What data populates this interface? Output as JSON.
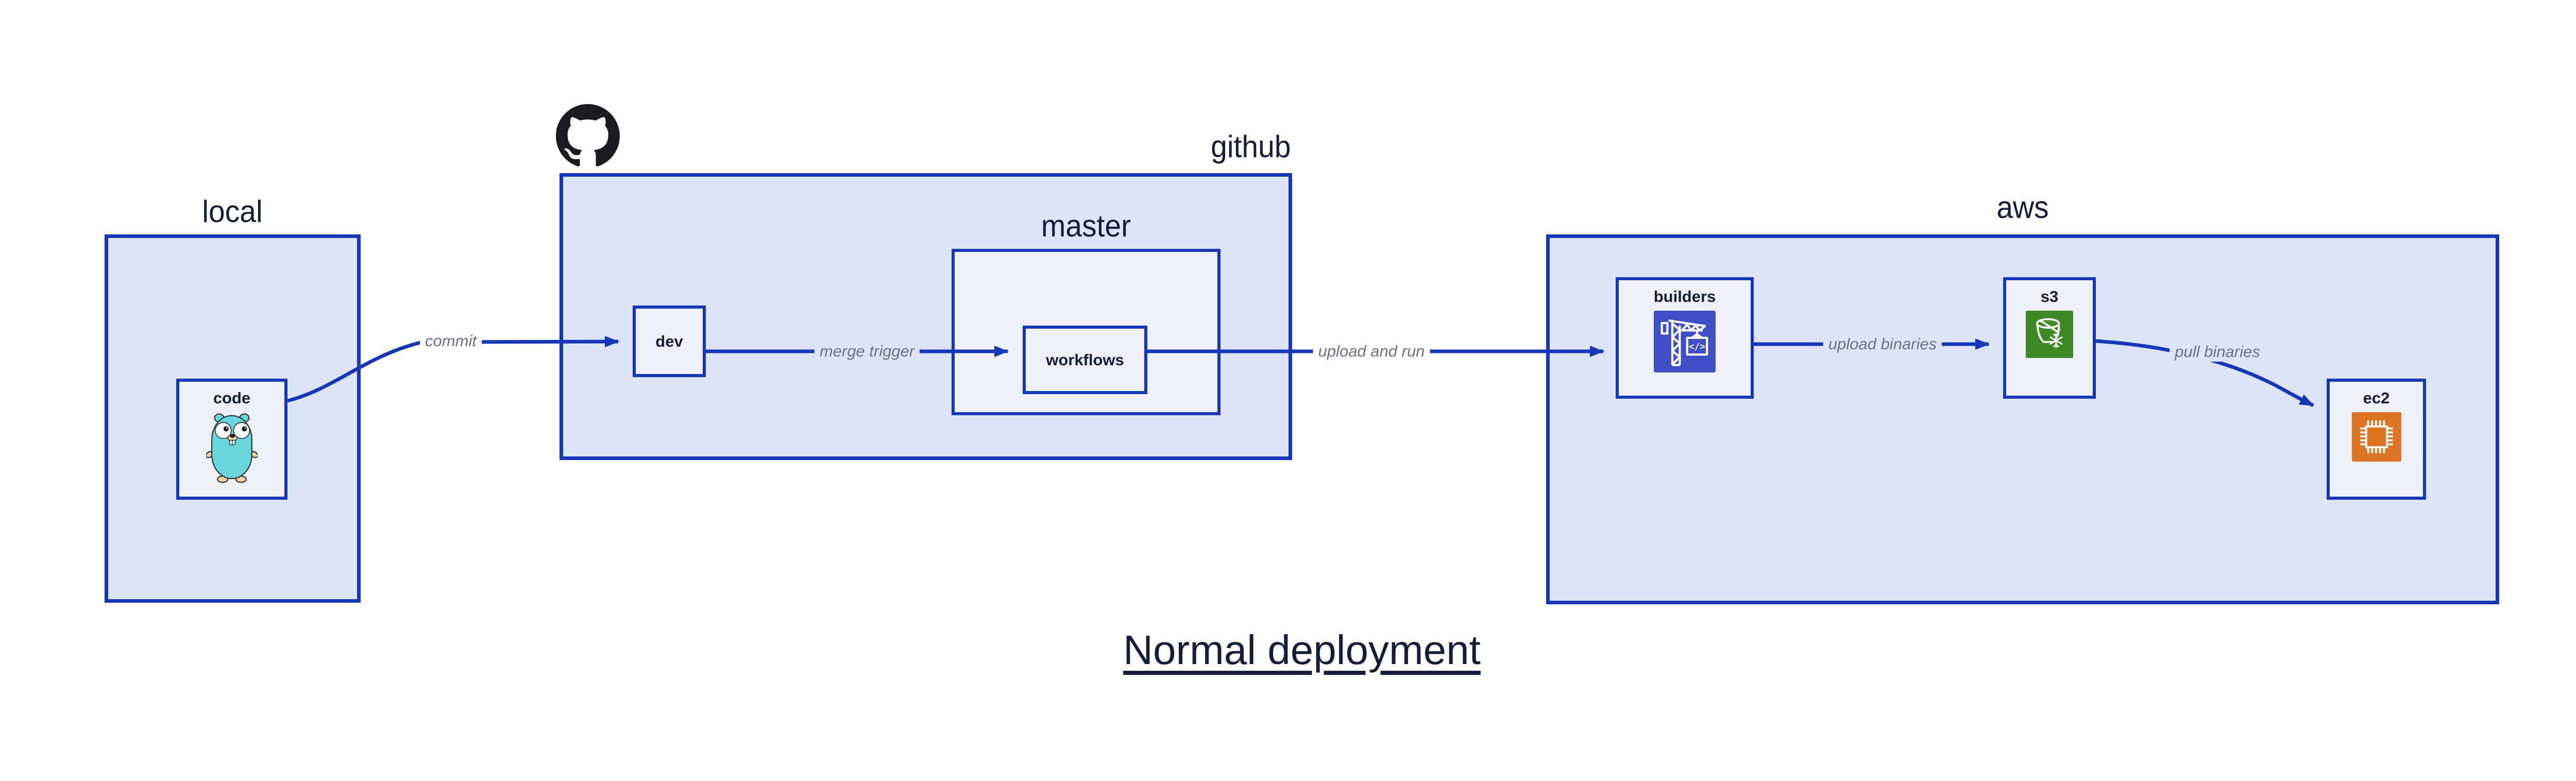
{
  "title": "Normal deployment",
  "colors": {
    "border_blue": "#1537b8",
    "box_fill": "#dee4f8",
    "inner_fill": "#eef1fc",
    "label_gray": "#6e7280",
    "text_navy": "#141d3a",
    "github_black": "#191b1f",
    "codebuild_purple": "#414fc6",
    "s3_green": "#3e8a27",
    "ec2_orange": "#dd7522",
    "gopher_teal": "#68d7dd",
    "gopher_skin": "#f6d2a2"
  },
  "groups": {
    "local": {
      "label": "local"
    },
    "github": {
      "label": "github"
    },
    "master": {
      "label": "master"
    },
    "aws": {
      "label": "aws"
    }
  },
  "nodes": {
    "code": {
      "label": "code",
      "icon": "go-gopher-icon"
    },
    "dev": {
      "label": "dev"
    },
    "workflows": {
      "label": "workflows"
    },
    "builders": {
      "label": "builders",
      "icon": "aws-codebuild-crane-icon"
    },
    "s3": {
      "label": "s3",
      "icon": "aws-s3-glacier-bucket-icon"
    },
    "ec2": {
      "label": "ec2",
      "icon": "aws-ec2-chip-icon"
    }
  },
  "icons": {
    "github_logo": "github-octocat-icon",
    "codebuild_glyph": "</>"
  },
  "edges": [
    {
      "from": "code",
      "to": "dev",
      "label": "commit"
    },
    {
      "from": "dev",
      "to": "workflows",
      "label": "merge trigger"
    },
    {
      "from": "workflows",
      "to": "builders",
      "label": "upload and run"
    },
    {
      "from": "builders",
      "to": "s3",
      "label": "upload binaries"
    },
    {
      "from": "s3",
      "to": "ec2",
      "label": "pull binaries"
    }
  ]
}
